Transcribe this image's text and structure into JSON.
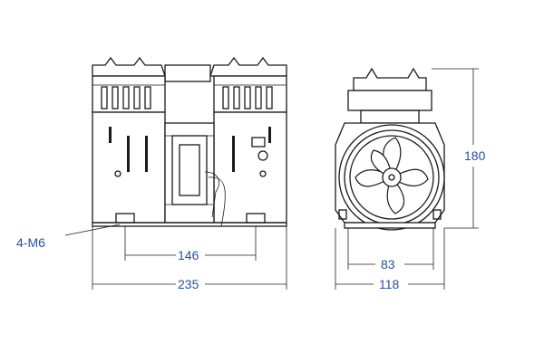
{
  "dimensions": {
    "label_mount": "4-M6",
    "width_mount": "146",
    "width_total": "235",
    "height_side": "180",
    "width_side_mount": "83",
    "width_side_total": "118"
  },
  "colors": {
    "dimension_text": "#2a4f9a",
    "line": "#1a1a1a",
    "background": "#ffffff"
  },
  "icons": [
    "fan-icon"
  ]
}
